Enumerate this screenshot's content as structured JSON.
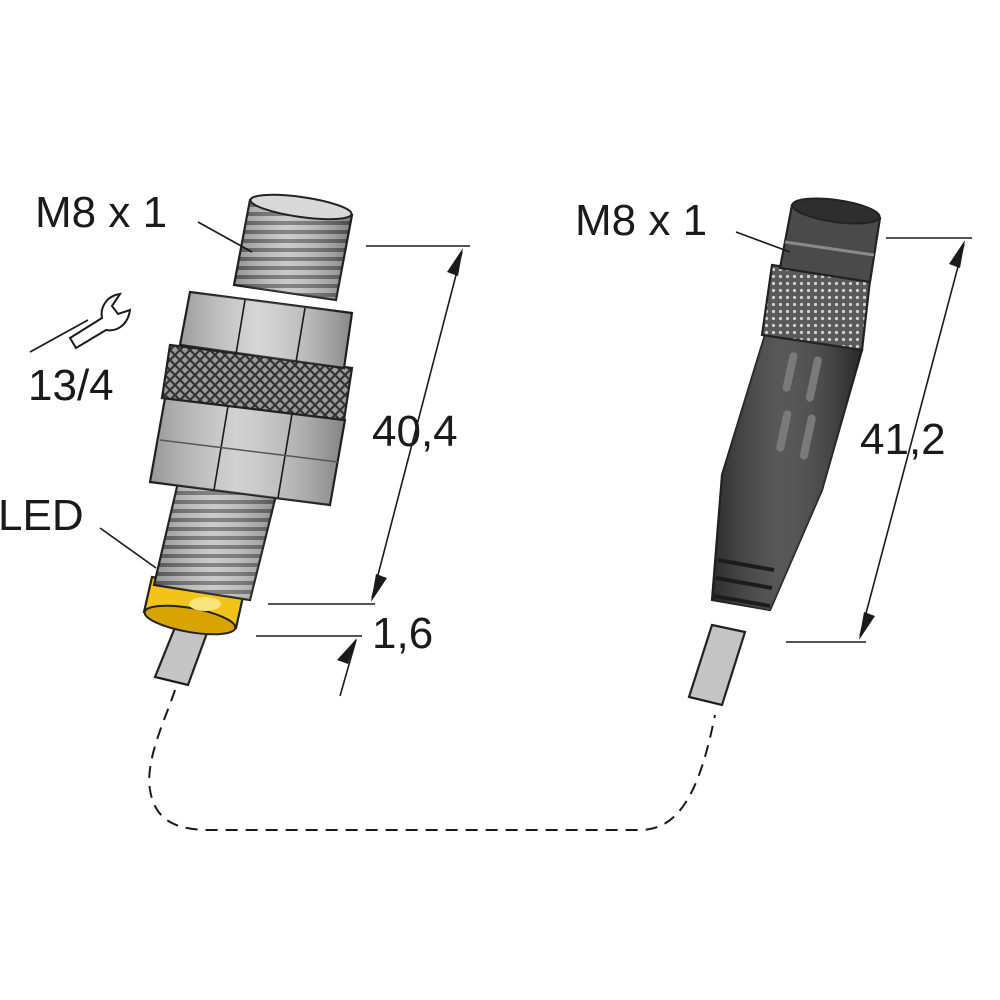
{
  "labels": {
    "sensor_thread": "M8 x 1",
    "connector_thread": "M8 x 1",
    "wrench_size": "13/4",
    "led": "LED",
    "sensor_length": "40,4",
    "led_offset": "1,6",
    "connector_length": "41,2"
  },
  "icons": [
    "wrench-icon"
  ],
  "colors": {
    "led": "#f2c41a",
    "metal": "#b9b9b9",
    "connector_body": "#3a3a3a",
    "cable": "#c4c4c4",
    "lines": "#1a1a1a"
  }
}
